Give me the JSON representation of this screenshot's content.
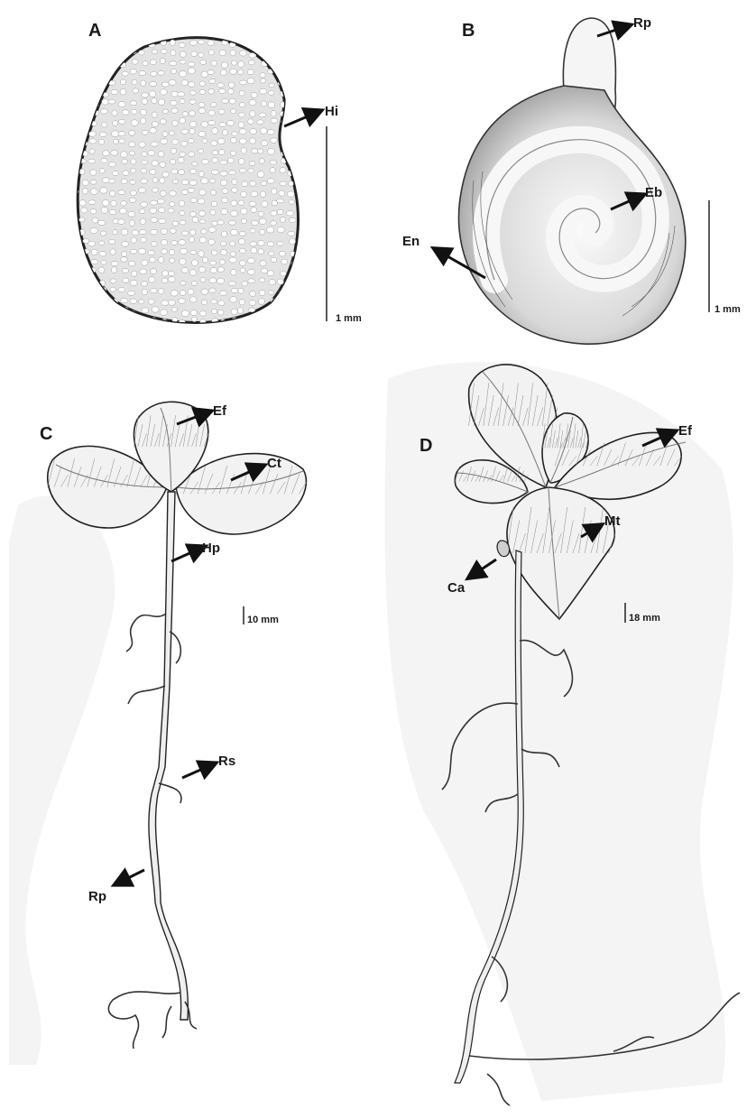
{
  "panels": {
    "a": {
      "label": "A",
      "annotations": [
        {
          "abbr": "Hi"
        }
      ],
      "scale": "1 mm"
    },
    "b": {
      "label": "B",
      "annotations": [
        {
          "abbr": "Rp"
        },
        {
          "abbr": "Eb"
        },
        {
          "abbr": "En"
        }
      ],
      "scale": "1 mm"
    },
    "c": {
      "label": "C",
      "annotations": [
        {
          "abbr": "Ef"
        },
        {
          "abbr": "Ct"
        },
        {
          "abbr": "Hp"
        },
        {
          "abbr": "Rs"
        },
        {
          "abbr": "Rp"
        }
      ],
      "scale": "10 mm"
    },
    "d": {
      "label": "D",
      "annotations": [
        {
          "abbr": "Ef"
        },
        {
          "abbr": "Mt"
        },
        {
          "abbr": "Ca"
        }
      ],
      "scale": "18 mm"
    }
  },
  "colors": {
    "ink": "#1a1a1a",
    "paper": "#ffffff",
    "seed_fill": "#e3e3e3"
  }
}
